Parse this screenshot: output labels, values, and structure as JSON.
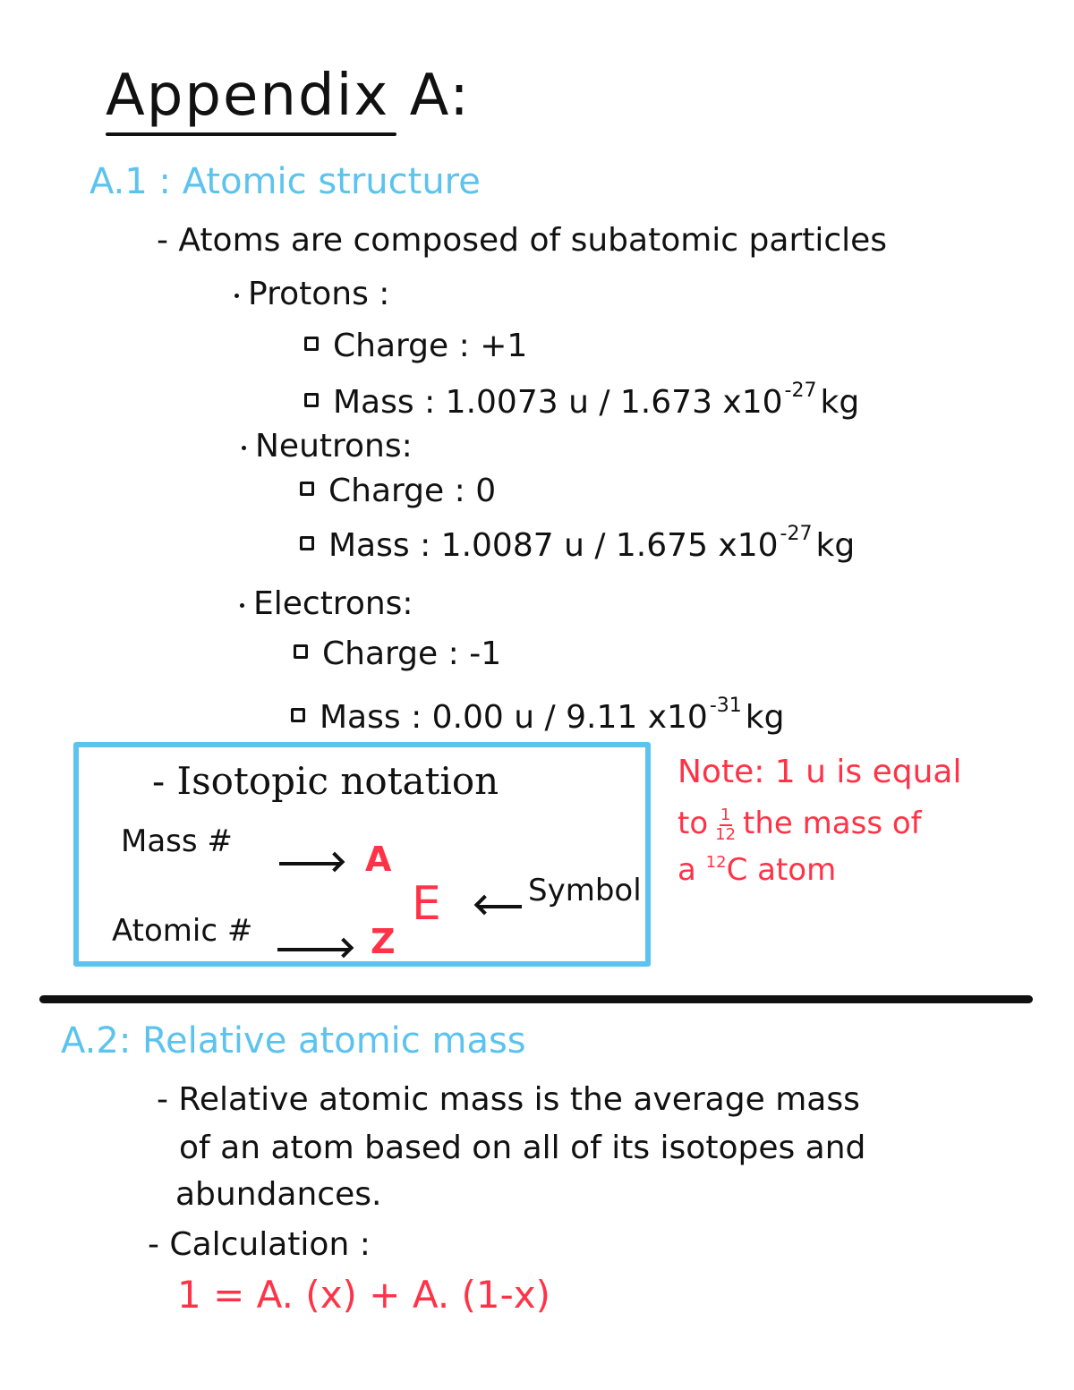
{
  "page": {
    "title": "Appendix A:",
    "colors": {
      "ink": "#111111",
      "heading_blue": "#5bc3ee",
      "highlight_red": "#ff3347",
      "box_border": "#5bc3ee"
    }
  },
  "section_a1": {
    "heading": "A.1 : Atomic structure",
    "intro": "- Atoms are composed of subatomic particles",
    "particles": [
      {
        "name": "Protons :",
        "charge_label": "Charge",
        "charge_value": ": +1",
        "mass_label": "Mass",
        "mass_value": ": 1.0073 u / 1.673 x10",
        "mass_exp": "-27",
        "mass_unit": "kg"
      },
      {
        "name": "Neutrons:",
        "charge_label": "Charge",
        "charge_value": ": 0",
        "mass_label": "Mass",
        "mass_value": ": 1.0087 u / 1.675 x10",
        "mass_exp": "-27",
        "mass_unit": "kg"
      },
      {
        "name": "Electrons:",
        "charge_label": "Charge",
        "charge_value": ": -1",
        "mass_label": "Mass",
        "mass_value": ": 0.00 u / 9.11 x10",
        "mass_exp": "-31",
        "mass_unit": "kg"
      }
    ]
  },
  "isotopic_box": {
    "heading": "- Isotopic notation",
    "mass_label": "Mass #",
    "atomic_label": "Atomic #",
    "mass_symbol": "A",
    "atomic_symbol": "Z",
    "element_symbol": "E",
    "symbol_label": "Symbol"
  },
  "note": {
    "line1": "Note: 1 u is equal",
    "line2_prefix": "to",
    "frac_num": "1",
    "frac_den": "12",
    "line2_suffix": "the mass of",
    "line3_prefix": "a",
    "isotope_mass": "12",
    "isotope_elem": "C",
    "line3_suffix": "atom"
  },
  "section_a2": {
    "heading": "A.2: Relative atomic mass",
    "definition_lines": [
      "- Relative atomic mass is the average mass",
      "of an atom based on all of its isotopes and",
      "abundances."
    ],
    "calc_label": "- Calculation :",
    "formula": "1 = A. (x) + A. (1-x)"
  }
}
